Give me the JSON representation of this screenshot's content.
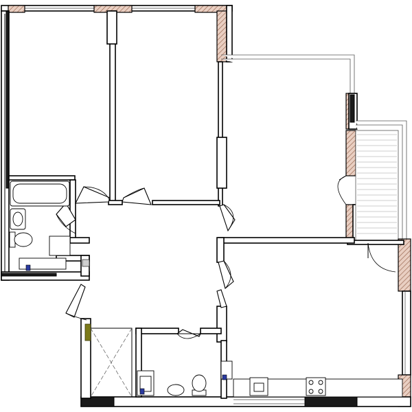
{
  "plan": {
    "rooms": [
      {
        "id": "bedroom-left"
      },
      {
        "id": "bedroom-middle"
      },
      {
        "id": "living-room"
      },
      {
        "id": "kitchen-living"
      },
      {
        "id": "hallway"
      },
      {
        "id": "bathroom"
      },
      {
        "id": "toilet-room"
      },
      {
        "id": "wardrobe"
      },
      {
        "id": "balcony"
      }
    ],
    "colors": {
      "wall": "#000000",
      "hatch": "#c89a84",
      "riser": "#2a3aa0",
      "accent_panel": "#7c7a1a"
    },
    "fixtures": [
      "bathtub",
      "washbasin",
      "toilet",
      "sink",
      "cooktop",
      "washing-machine"
    ]
  }
}
